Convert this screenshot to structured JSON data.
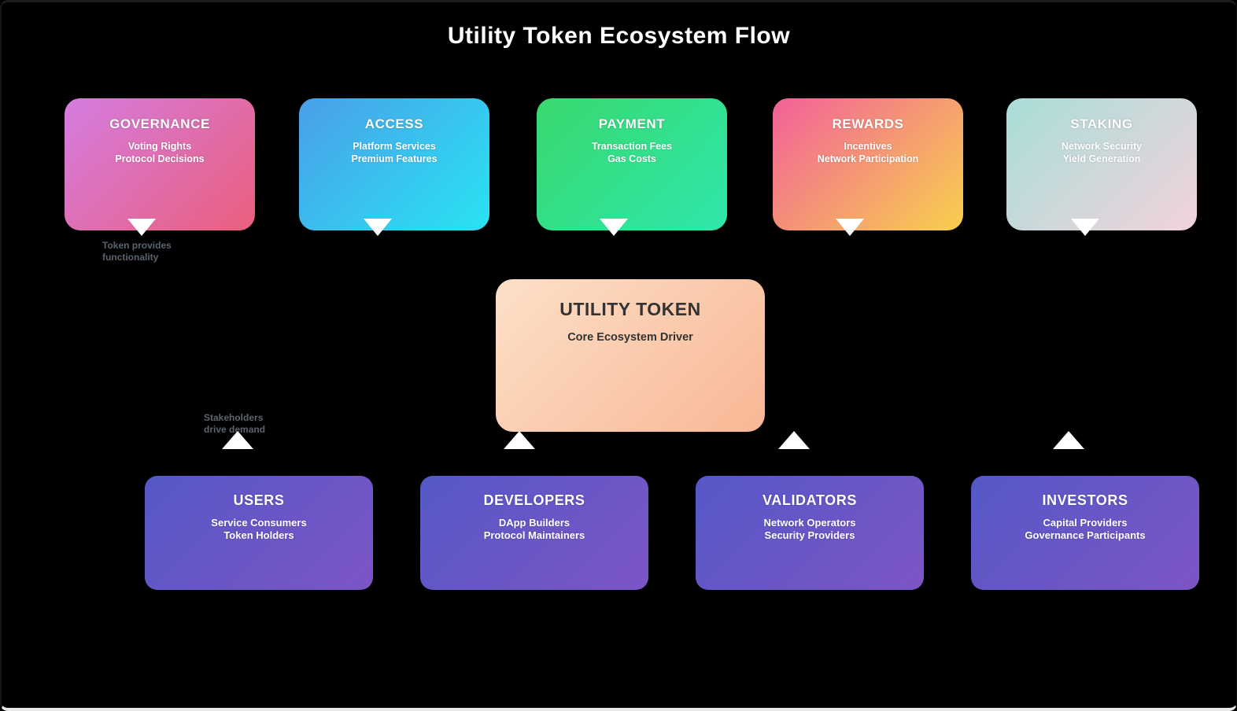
{
  "title": "Utility Token Ecosystem Flow",
  "colors": {
    "background": "#000000",
    "title_text": "#ffffff",
    "arrow": "#ffffff",
    "edge_label_text": "#5a646e",
    "frame_bottom_edge": "#e9e9e9"
  },
  "utility_nodes": [
    {
      "id": "governance",
      "title": "GOVERNANCE",
      "lines": [
        "Voting Rights",
        "Protocol Decisions"
      ],
      "gradient": {
        "from": "#d57ce0",
        "to": "#ea5f7d"
      }
    },
    {
      "id": "access",
      "title": "ACCESS",
      "lines": [
        "Platform Services",
        "Premium Features"
      ],
      "gradient": {
        "from": "#4a9fe8",
        "to": "#29e3f3"
      }
    },
    {
      "id": "payment",
      "title": "PAYMENT",
      "lines": [
        "Transaction Fees",
        "Gas Costs"
      ],
      "gradient": {
        "from": "#38d96d",
        "to": "#2fe6ab"
      }
    },
    {
      "id": "rewards",
      "title": "REWARDS",
      "lines": [
        "Incentives",
        "Network Participation"
      ],
      "gradient": {
        "from": "#f2609a",
        "to": "#f8d04d"
      }
    },
    {
      "id": "staking",
      "title": "STAKING",
      "lines": [
        "Network Security",
        "Yield Generation"
      ],
      "gradient": {
        "from": "#a8ded8",
        "to": "#f2d2dc"
      }
    }
  ],
  "center_node": {
    "title": "UTILITY TOKEN",
    "subtitle": "Core Ecosystem Driver",
    "gradient": {
      "from": "#fde0c8",
      "to": "#f8b795"
    },
    "text_color": "#333333"
  },
  "stakeholder_nodes": [
    {
      "id": "users",
      "title": "USERS",
      "lines": [
        "Service Consumers",
        "Token Holders"
      ],
      "gradient": {
        "from": "#5558c8",
        "to": "#7d55c5"
      }
    },
    {
      "id": "developers",
      "title": "DEVELOPERS",
      "lines": [
        "DApp Builders",
        "Protocol Maintainers"
      ],
      "gradient": {
        "from": "#5558c8",
        "to": "#7d55c5"
      }
    },
    {
      "id": "validators",
      "title": "VALIDATORS",
      "lines": [
        "Network Operators",
        "Security Providers"
      ],
      "gradient": {
        "from": "#5558c8",
        "to": "#7d55c5"
      }
    },
    {
      "id": "investors",
      "title": "INVESTORS",
      "lines": [
        "Capital Providers",
        "Governance Participants"
      ],
      "gradient": {
        "from": "#5558c8",
        "to": "#7d55c5"
      }
    }
  ],
  "edge_labels": [
    {
      "id": "token-provides",
      "lines": [
        "Token provides",
        "functionality"
      ]
    },
    {
      "id": "stakeholders-drive",
      "lines": [
        "Stakeholders",
        "drive demand"
      ]
    }
  ]
}
